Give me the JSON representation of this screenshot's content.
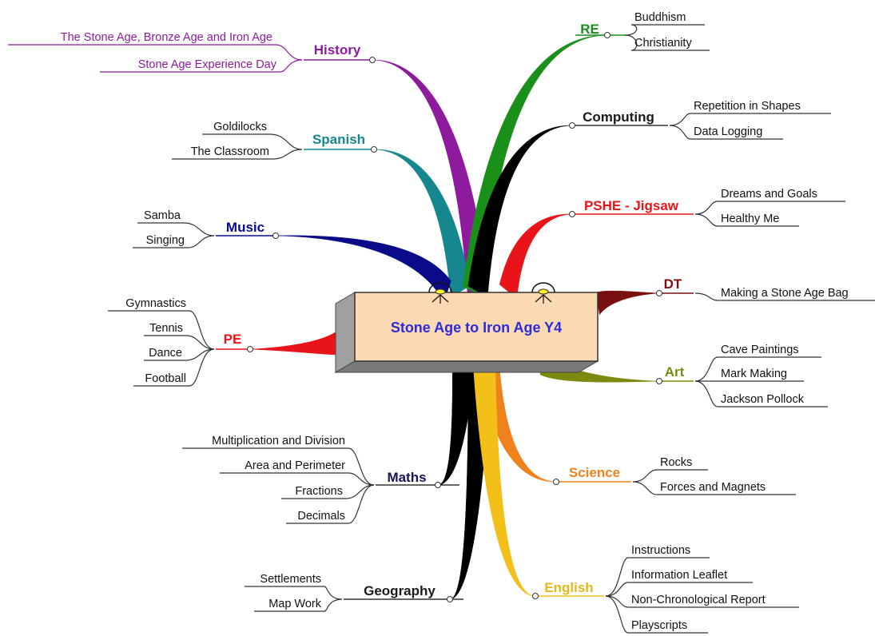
{
  "center": {
    "title": "Stone Age to Iron Age Y4",
    "color": "#2c2cd8",
    "fill": "#fbd9b3"
  },
  "branches": [
    {
      "id": "history",
      "label": "History",
      "color": "#8e1b9e",
      "labelColor": "#8e1b9e",
      "children": [
        "The Stone Age, Bronze Age and Iron Age",
        "Stone Age Experience Day"
      ],
      "childColor": "#8e1b9e"
    },
    {
      "id": "spanish",
      "label": "Spanish",
      "color": "#16868f",
      "labelColor": "#16868f",
      "children": [
        "Goldilocks",
        "The Classroom"
      ]
    },
    {
      "id": "music",
      "label": "Music",
      "color": "#0b0b8a",
      "labelColor": "#0b0b8a",
      "children": [
        "Samba",
        "Singing"
      ]
    },
    {
      "id": "pe",
      "label": "PE",
      "color": "#e8141a",
      "labelColor": "#e8141a",
      "children": [
        "Gymnastics",
        "Tennis",
        "Dance",
        "Football"
      ]
    },
    {
      "id": "maths",
      "label": "Maths",
      "color": "#000000",
      "labelColor": "#14145a",
      "children": [
        "Multiplication and Division",
        "Area and Perimeter",
        "Fractions",
        "Decimals"
      ]
    },
    {
      "id": "geography",
      "label": "Geography",
      "color": "#000000",
      "labelColor": "#1a1a1a",
      "children": [
        "Settlements",
        "Map Work"
      ]
    },
    {
      "id": "re",
      "label": "RE",
      "color": "#1a8f1a",
      "labelColor": "#1a8f1a",
      "children": [
        "Buddhism",
        "Christianity"
      ]
    },
    {
      "id": "computing",
      "label": "Computing",
      "color": "#000000",
      "labelColor": "#1a1a1a",
      "children": [
        "Repetition in Shapes",
        "Data Logging"
      ]
    },
    {
      "id": "pshe",
      "label": "PSHE - Jigsaw",
      "color": "#e8141a",
      "labelColor": "#e8141a",
      "children": [
        "Dreams and Goals",
        "Healthy Me"
      ]
    },
    {
      "id": "dt",
      "label": "DT",
      "color": "#7a0f0f",
      "labelColor": "#7a0f0f",
      "children": [
        "Making a Stone Age Bag"
      ]
    },
    {
      "id": "art",
      "label": "Art",
      "color": "#7c8a10",
      "labelColor": "#7c8a10",
      "children": [
        "Cave Paintings",
        "Mark Making",
        "Jackson Pollock"
      ]
    },
    {
      "id": "science",
      "label": "Science",
      "color": "#f0821e",
      "labelColor": "#f0821e",
      "children": [
        "Rocks",
        "Forces and Magnets"
      ]
    },
    {
      "id": "english",
      "label": "English",
      "color": "#f2c018",
      "labelColor": "#e8b818",
      "children": [
        "Instructions",
        "Information Leaflet",
        "Non-Chronological Report",
        "Playscripts"
      ]
    }
  ]
}
